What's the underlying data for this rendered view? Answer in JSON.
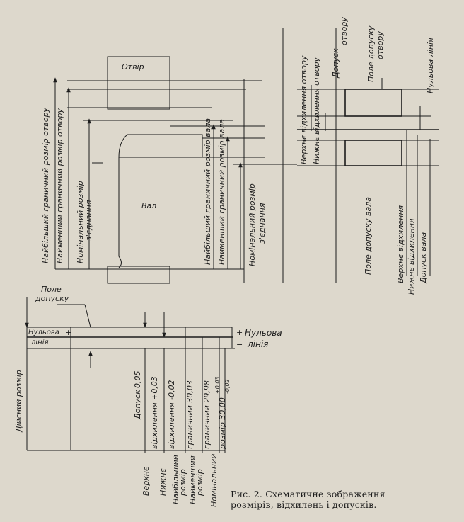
{
  "top_diagram": {
    "hole_label": "Отвір",
    "shaft_label": "Вал",
    "largest_hole": "Найбільший граничний розмір отвору",
    "smallest_hole": "Найменший граничний розмір отвору",
    "nominal_1": "Номінальний розмір",
    "nominal_2": "з'єднання",
    "largest_shaft": "Найбільший граничний розмір вала",
    "smallest_shaft": "Найменший граничний розмір вала",
    "upper_dev_hole": "Верхнє відхилення отвору",
    "lower_dev_hole": "Нижнє відхилення отвору",
    "tol_field_hole_1": "Поле допуску",
    "tol_field_hole_2": "отвору",
    "tol_hole_1": "Допуск",
    "tol_hole_2": "отвору",
    "zero_line": "Нульова лінія",
    "tol_field_shaft": "Поле допуску вала",
    "upper_dev_shaft": "Верхнє відхилення",
    "lower_dev_shaft": "Нижнє відхилення",
    "tol_shaft": "Допуск вала"
  },
  "bottom_diagram": {
    "field_1": "Поле",
    "field_2": "допуску",
    "zero_left_1": "Нульова",
    "zero_left_2": "лінія",
    "plus": "+",
    "minus": "−",
    "zero_right_1": "Нульова",
    "zero_right_2": "лінія",
    "actual_size": "Дійсний розмір",
    "rows": [
      {
        "left": "Допуск",
        "right": "0,05"
      },
      {
        "left": "Верхнє",
        "right": "відхилення +0,03"
      },
      {
        "left": "Нижнє",
        "right": "відхилення -0,02"
      },
      {
        "left": "Найбільший",
        "right": "граничний 30,03"
      },
      {
        "left": "розмір",
        "right": ""
      },
      {
        "left": "Найменший",
        "right": "граничний 29,98"
      },
      {
        "left": "розмір",
        "right": ""
      },
      {
        "left": "Номінальний",
        "right": "розмір 30,00"
      }
    ],
    "sup_dev": "+0,03",
    "sub_dev": "-0,02"
  },
  "caption": {
    "line1": "Рис. 2. Схематичне зображення",
    "line2": "розмірів, відхилень і допусків."
  }
}
